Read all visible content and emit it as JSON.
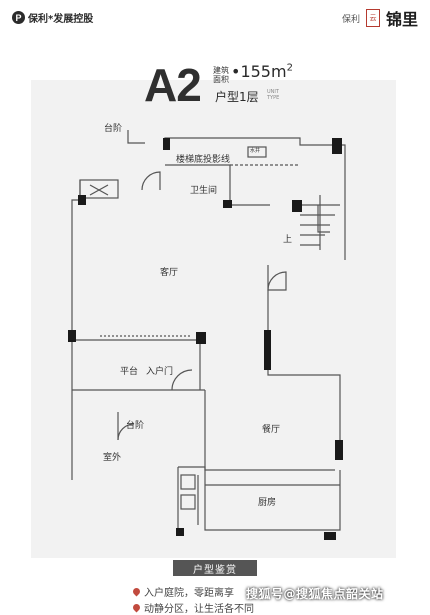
{
  "header": {
    "logo_mark": "P",
    "logo_text": "保利*发展控股",
    "brand_small": "保利",
    "brand_seal": "云",
    "brand_big": "锦里"
  },
  "title": {
    "unit_code": "A2",
    "area_label_1": "建筑",
    "area_label_2": "面积",
    "area_value": "•155m",
    "area_unit_sup": "2",
    "type_label": "户型1层",
    "unit_type_1": "UNIT",
    "unit_type_2": "TYPE"
  },
  "rooms": {
    "steps_top": "台阶",
    "stair_line": "楼梯底投影线",
    "small_box": "水井",
    "bathroom": "卫生间",
    "up": "上",
    "living": "客厅",
    "terrace": "平台",
    "entry_door": "入户门",
    "steps_bottom": "台阶",
    "outdoor": "室外",
    "dining": "餐厅",
    "kitchen": "厨房"
  },
  "footer": {
    "banner": "户型鉴赏",
    "features": [
      "入户庭院，零距离享",
      "动静分区，让生活各不同"
    ],
    "watermark": "搜狐号@搜狐焦点韶关站"
  },
  "colors": {
    "wall": "#1a1a1a",
    "accent_red": "#c14a3e",
    "banner_bg": "#555555"
  }
}
